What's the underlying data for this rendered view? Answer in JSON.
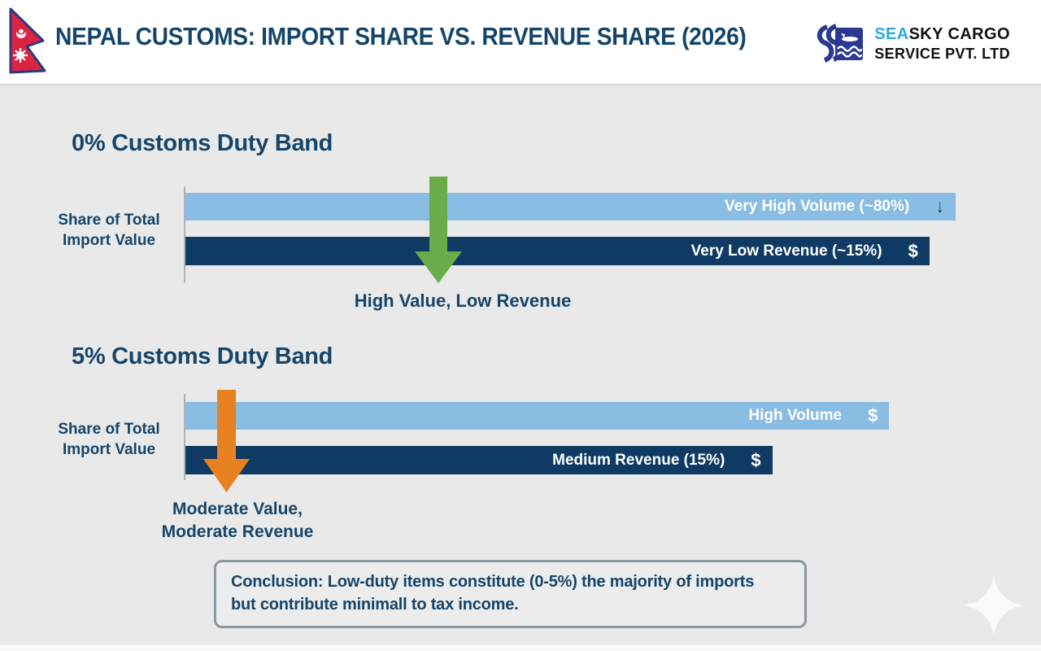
{
  "header": {
    "title": "NEPAL CUSTOMS: IMPORT SHARE VS. REVENUE SHARE (2026)",
    "flag_icon": "nepal-flag",
    "logo": {
      "brand_highlight": "SEA",
      "brand_rest": "SKY CARGO",
      "brand_line2": "SERVICE PVT. LTD",
      "highlight_color": "#2aa9e0",
      "icon_color": "#2b3990"
    }
  },
  "chart_data": [
    {
      "type": "bar",
      "orientation": "horizontal",
      "title": "0% Customs Duty Band",
      "ylabel_lines": [
        "Share of Total",
        "Import Value"
      ],
      "xlabel": "",
      "legend": "none",
      "grid": false,
      "series": [
        {
          "name": "Import share",
          "label": "Very High Volume (~80%)",
          "approx_value_pct": 80,
          "bar_width_pct": 99.5,
          "color": "#8abde3",
          "icon": "down-arrow-icon",
          "icon_glyph": "↓",
          "icon_color": "#15456b"
        },
        {
          "name": "Revenue share",
          "label": "Very Low Revenue (~15%)",
          "approx_value_pct": 15,
          "bar_width_pct": 96.1,
          "color": "#0e3a64",
          "icon": "dollar-icon",
          "icon_glyph": "$",
          "icon_color": "#ffffff"
        }
      ],
      "annotation": {
        "arrow_direction": "down",
        "arrow_color": "#68ad49",
        "caption_lines": [
          "High Value, Low Revenue"
        ]
      }
    },
    {
      "type": "bar",
      "orientation": "horizontal",
      "title": "5% Customs Duty Band",
      "ylabel_lines": [
        "Share of Total",
        "Import Value"
      ],
      "xlabel": "",
      "legend": "none",
      "grid": false,
      "series": [
        {
          "name": "Import share",
          "label": "High Volume",
          "bar_width_pct": 90.9,
          "color": "#8abde3",
          "icon": "dollar-icon",
          "icon_glyph": "$",
          "icon_color": "#ffffff"
        },
        {
          "name": "Revenue share",
          "label": "Medium Revenue (15%)",
          "approx_value_pct": 15,
          "bar_width_pct": 75.8,
          "color": "#0e3a64",
          "icon": "dollar-icon",
          "icon_glyph": "$",
          "icon_color": "#ffffff"
        }
      ],
      "annotation": {
        "arrow_direction": "down",
        "arrow_color": "#e8811f",
        "caption_lines": [
          "Moderate Value,",
          "Moderate Revenue"
        ]
      }
    }
  ],
  "conclusion": {
    "lead": "Conclusion:",
    "line1_rest": " Low-duty items constitute (0-5%) the majority of imports",
    "line2": "but contribute minimall to tax income."
  },
  "colors": {
    "background": "#e9e9e9",
    "header_background": "#ffffff",
    "navy_text": "#15456b",
    "light_bar": "#8abde3",
    "dark_bar": "#0e3a64",
    "green_arrow": "#68ad49",
    "orange_arrow": "#e8811f",
    "flag_red": "#dc2440",
    "flag_border": "#2b3a80"
  }
}
